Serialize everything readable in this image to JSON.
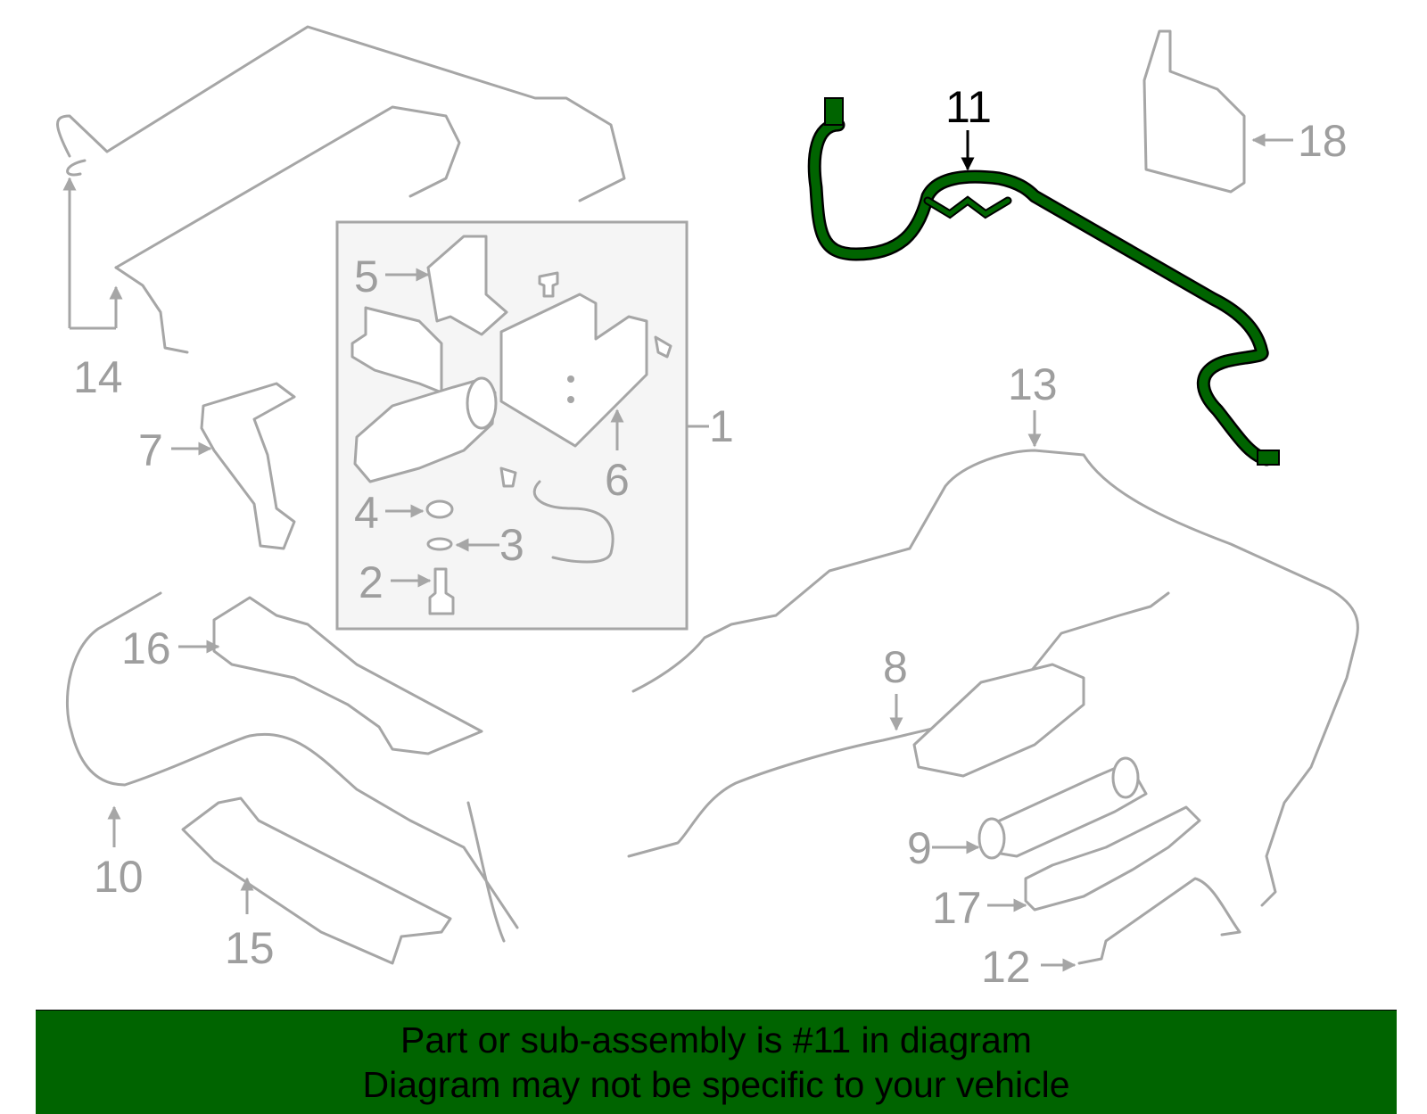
{
  "callouts": {
    "c1": "1",
    "c2": "2",
    "c3": "3",
    "c4": "4",
    "c5": "5",
    "c6": "6",
    "c7": "7",
    "c8": "8",
    "c9": "9",
    "c10": "10",
    "c11": "11",
    "c12": "12",
    "c13": "13",
    "c14": "14",
    "c15": "15",
    "c16": "16",
    "c17": "17",
    "c18": "18"
  },
  "highlighted_part": "11",
  "banner": {
    "line1": "Part or sub-assembly is #11 in diagram",
    "line2": "Diagram may not be specific to your vehicle"
  },
  "colors": {
    "banner_bg": "#006400",
    "highlight_fill": "#006400",
    "highlight_stroke": "#000000",
    "line_art": "#a6a6a6",
    "callout_text": "#9e9e9e",
    "panel_bg": "#f5f5f5"
  }
}
